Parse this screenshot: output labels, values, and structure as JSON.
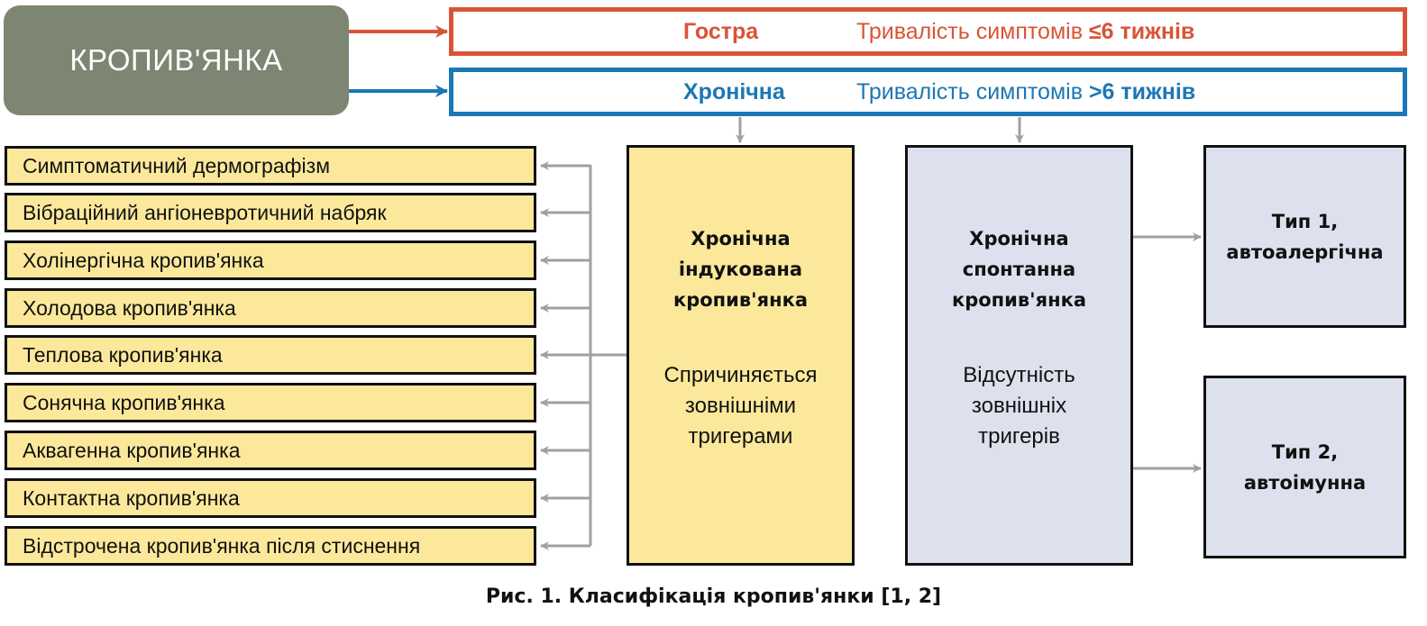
{
  "root": {
    "label": "КРОПИВ'ЯНКА"
  },
  "duration": {
    "acute": {
      "name": "Гостра",
      "desc_prefix": "Тривалість симптомів ",
      "desc_value": "≤6 тижнів"
    },
    "chronic": {
      "name": "Хронічна",
      "desc_prefix": "Тривалість симптомів ",
      "desc_value": ">6 тижнів"
    }
  },
  "induced_subtypes": [
    "Симптоматичний дермографізм",
    "Вібраційний ангіоневротичний набряк",
    "Холінергічна кропив'янка",
    "Холодова кропив'янка",
    "Теплова кропив'янка",
    "Сонячна кропив'янка",
    "Аквагенна кропив'янка",
    "Контактна кропив'янка",
    "Відстрочена кропив'янка після стиснення"
  ],
  "induced": {
    "title": "Хронічна\nіндукована\nкропив'янка",
    "desc": "Спричиняється\nзовнішніми\nтригерами"
  },
  "spontaneous": {
    "title": "Хронічна\nспонтанна\nкропив'янка",
    "desc": "Відсутність\nзовнішніх\nтригерів"
  },
  "types": [
    {
      "label": "Тип 1,\nавтоалергічна"
    },
    {
      "label": "Тип 2,\nавтоімунна"
    }
  ],
  "caption": "Рис. 1. Класифікація кропив'янки [1, 2]",
  "colors": {
    "acute": "#d95436",
    "chronic": "#1b77b5",
    "root": "#7d8672",
    "induced_fill": "#fce89b",
    "spont_fill": "#dde1ee",
    "connector": "#a0a0a0"
  }
}
